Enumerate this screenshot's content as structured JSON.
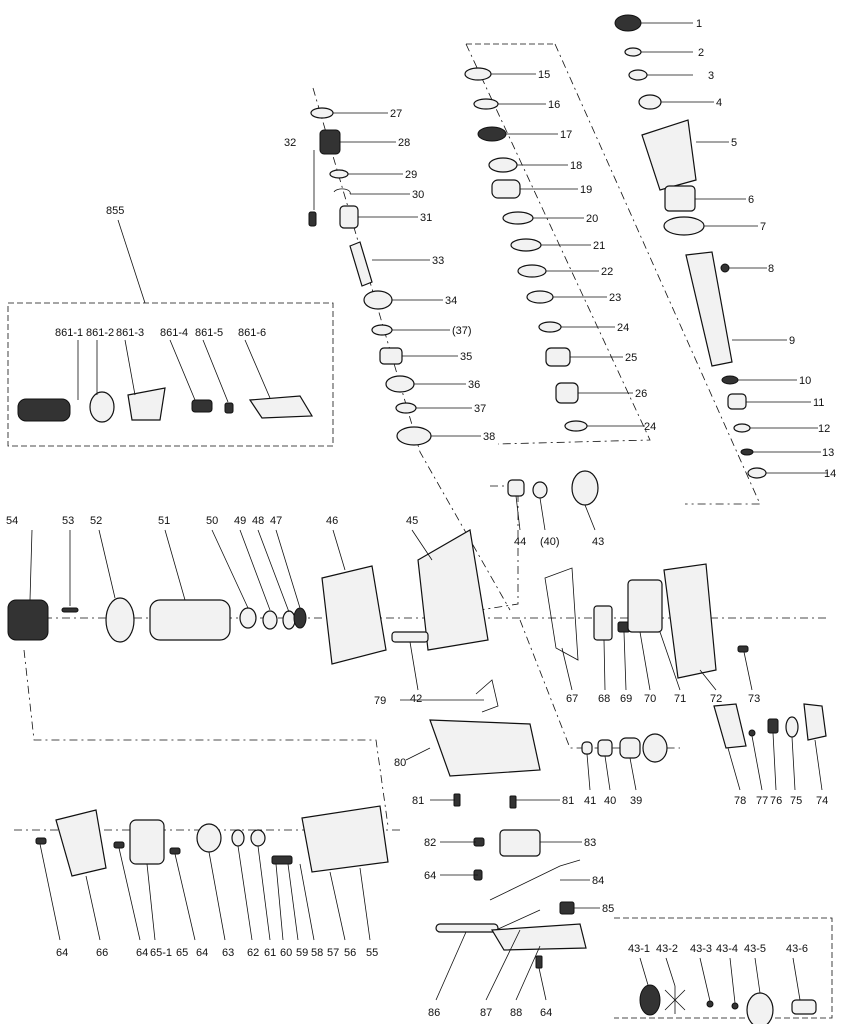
{
  "labels": {
    "l1": "1",
    "l2": "2",
    "l3": "3",
    "l4": "4",
    "l5": "5",
    "l6": "6",
    "l7": "7",
    "l8": "8",
    "l9": "9",
    "l10": "10",
    "l11": "11",
    "l12": "12",
    "l13": "13",
    "l14": "14",
    "l15": "15",
    "l16": "16",
    "l17": "17",
    "l18": "18",
    "l19": "19",
    "l20": "20",
    "l21": "21",
    "l22": "22",
    "l23": "23",
    "l24a": "24",
    "l25": "25",
    "l26": "26",
    "l24b": "24",
    "l27": "27",
    "l28": "28",
    "l29": "29",
    "l30": "30",
    "l31": "31",
    "l32": "32",
    "l33": "33",
    "l34": "34",
    "l37a": "(37)",
    "l35": "35",
    "l36": "36",
    "l37": "37",
    "l38": "38",
    "l855": "855",
    "l861_1": "861-1",
    "l861_2": "861-2",
    "l861_3": "861-3",
    "l861_4": "861-4",
    "l861_5": "861-5",
    "l861_6": "861-6",
    "l44": "44",
    "l40a": "(40)",
    "l43": "43",
    "l45": "45",
    "l46": "46",
    "l47": "47",
    "l48": "48",
    "l49": "49",
    "l50": "50",
    "l51": "51",
    "l52": "52",
    "l53": "53",
    "l54": "54",
    "l42": "42",
    "l67": "67",
    "l68": "68",
    "l69": "69",
    "l70": "70",
    "l71": "71",
    "l72": "72",
    "l73": "73",
    "l79": "79",
    "l80": "80",
    "l41": "41",
    "l40": "40",
    "l39": "39",
    "l78": "78",
    "l77": "77",
    "l76": "76",
    "l75": "75",
    "l74": "74",
    "l81a": "81",
    "l81b": "81",
    "l82": "82",
    "l83": "83",
    "l64a": "64",
    "l84": "84",
    "l85": "85",
    "l64b": "64",
    "l66": "66",
    "l64c": "64",
    "l65_1": "65-1",
    "l65": "65",
    "l64d": "64",
    "l63": "63",
    "l62": "62",
    "l61": "61",
    "l60": "60",
    "l59": "59",
    "l58": "58",
    "l57": "57",
    "l56": "56",
    "l55": "55",
    "l86": "86",
    "l87": "87",
    "l88": "88",
    "l64e": "64",
    "l43_1": "43-1",
    "l43_2": "43-2",
    "l43_3": "43-3",
    "l43_4": "43-4",
    "l43_5": "43-5",
    "l43_6": "43-6"
  }
}
